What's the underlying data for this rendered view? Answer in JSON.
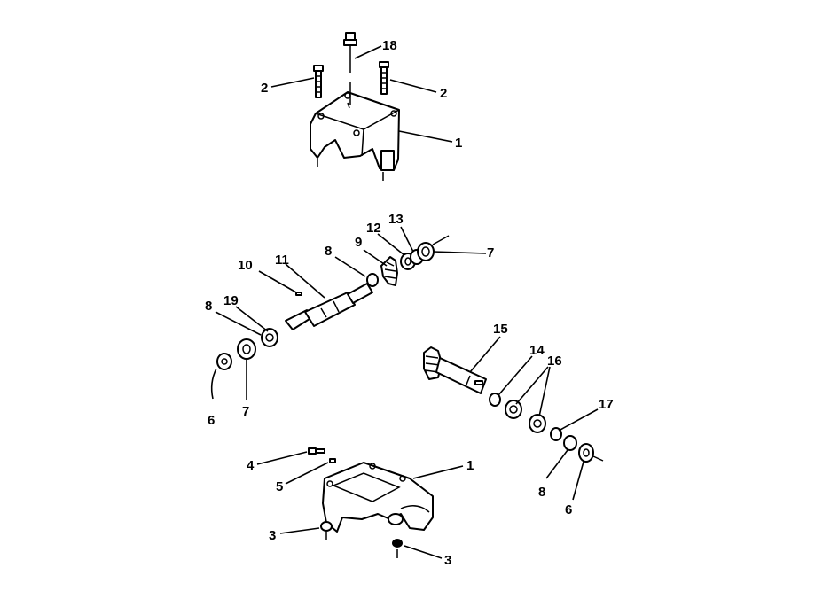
{
  "callouts": {
    "c1a": "1",
    "c1b": "1",
    "c2a": "2",
    "c2b": "2",
    "c3a": "3",
    "c3b": "3",
    "c4": "4",
    "c5": "5",
    "c6a": "6",
    "c6b": "6",
    "c7a": "7",
    "c7b": "7",
    "c8a": "8",
    "c8b": "8",
    "c8c": "8",
    "c9": "9",
    "c10": "10",
    "c11": "11",
    "c12": "12",
    "c13": "13",
    "c14": "14",
    "c15": "15",
    "c16": "16",
    "c17": "17",
    "c18": "18",
    "c19": "19"
  }
}
